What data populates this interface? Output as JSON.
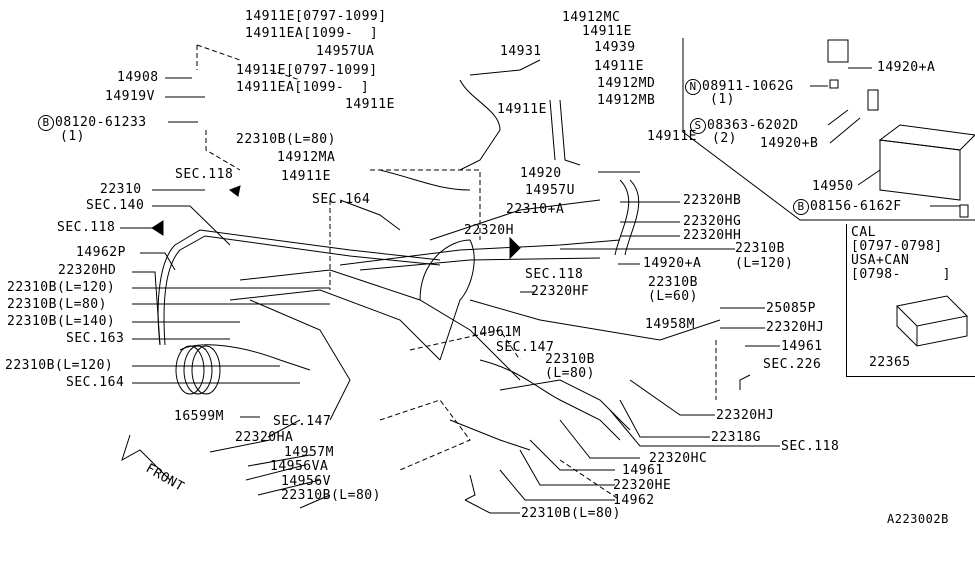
{
  "diagram": {
    "title": "Evaporative emission / vacuum piping parts diagram",
    "reference_code": "A223002B",
    "front_indicator": "FRONT",
    "callouts": {
      "c14911E_0797": "14911E[0797-1099]",
      "c14911EA_1099": "14911EA[1099-  ]",
      "c14957UA": "14957UA",
      "c14911E_0797b": "14911E[0797-1099]",
      "c14911EA_1099b": "14911EA[1099-  ]",
      "c14908": "14908",
      "c14919V": "14919V",
      "c08120": "08120-61233",
      "c08120_qty": "(1)",
      "c14912MC": "14912MC",
      "c14911E_a": "14911E",
      "c14931": "14931",
      "c14939": "14939",
      "c14911E_b": "14911E",
      "c14912MD": "14912MD",
      "c14912MB": "14912MB",
      "c14911E_c": "14911E",
      "c14911E_d": "14911E",
      "c14911E_e": "14911E",
      "c22310B_L80_top": "22310B(L=80)",
      "c14912MA": "14912MA",
      "c14911E_f": "14911E",
      "c14920": "14920",
      "c14957U": "14957U",
      "cSEC164_top": "SEC.164",
      "c22310A": "22310+A",
      "cSEC118_a": "SEC.118",
      "c22310": "22310",
      "cSEC140": "SEC.140",
      "cSEC118_b": "SEC.118",
      "c14962P": "14962P",
      "c22320HD": "22320HD",
      "c22310B_L120": "22310B(L=120)",
      "c22310B_L80": "22310B(L=80)",
      "c22310B_L140": "22310B(L=140)",
      "cSEC163": "SEC.163",
      "c22310B_L120b": "22310B(L=120)",
      "cSEC164": "SEC.164",
      "c22320H": "22320H",
      "c22320HB": "22320HB",
      "c22320HG": "22320HG",
      "c22320HH": "22320HH",
      "c22310B_a": "22310B",
      "c14920A_a": "14920+A",
      "c_L120": "(L=120)",
      "cSEC118_c": "SEC.118",
      "c22320HF": "22320HF",
      "c22310B_b": "22310B",
      "c_L60": "(L=60)",
      "c25085P": "25085P",
      "c14958M": "14958M",
      "c22320HJ_a": "22320HJ",
      "c14961_a": "14961",
      "cSEC226": "SEC.226",
      "c14961M": "14961M",
      "cSEC147_a": "SEC.147",
      "c22310B_c": "22310B",
      "c_L80": "(L=80)",
      "c16599M": "16599M",
      "cSEC147_b": "SEC.147",
      "c22320HA": "22320HA",
      "c14957M": "14957M",
      "c14956VA": "14956VA",
      "c14956V": "14956V",
      "c22310B_L80_bot": "22310B(L=80)",
      "c22320HJ_b": "22320HJ",
      "c22318G": "22318G",
      "cSEC118_d": "SEC.118",
      "c22320HC": "22320HC",
      "c14961_b": "14961",
      "c22320HE": "22320HE",
      "c14962": "14962",
      "c22310B_L80_last": "22310B(L=80)"
    },
    "canister_group": {
      "c14920A": "14920+A",
      "n08911": "08911-1062G",
      "n08911_qty": "(1)",
      "s08363": "08363-6202D",
      "s08363_qty": "(2)",
      "c14920B": "14920+B",
      "c14950": "14950",
      "b08156": "08156-6162F"
    },
    "inset": {
      "line1": "CAL",
      "line2": "[0797-0798]",
      "line3": "USA+CAN",
      "line4": "[0798-     ]",
      "part": "22365"
    },
    "circle_letters": {
      "B": "B",
      "N": "N",
      "S": "S"
    }
  }
}
